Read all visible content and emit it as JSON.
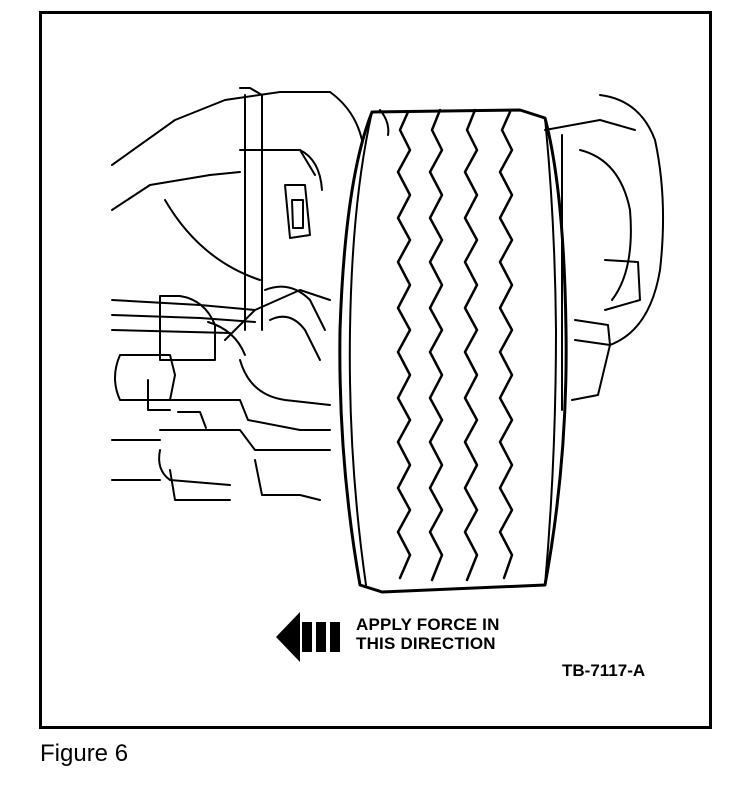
{
  "figure": {
    "caption": "Figure 6",
    "callout_line1": "APPLY FORCE IN",
    "callout_line2": "THIS DIRECTION",
    "drawing_code": "TB-7117-A",
    "arrow_icon": "left-arrow-icon"
  }
}
